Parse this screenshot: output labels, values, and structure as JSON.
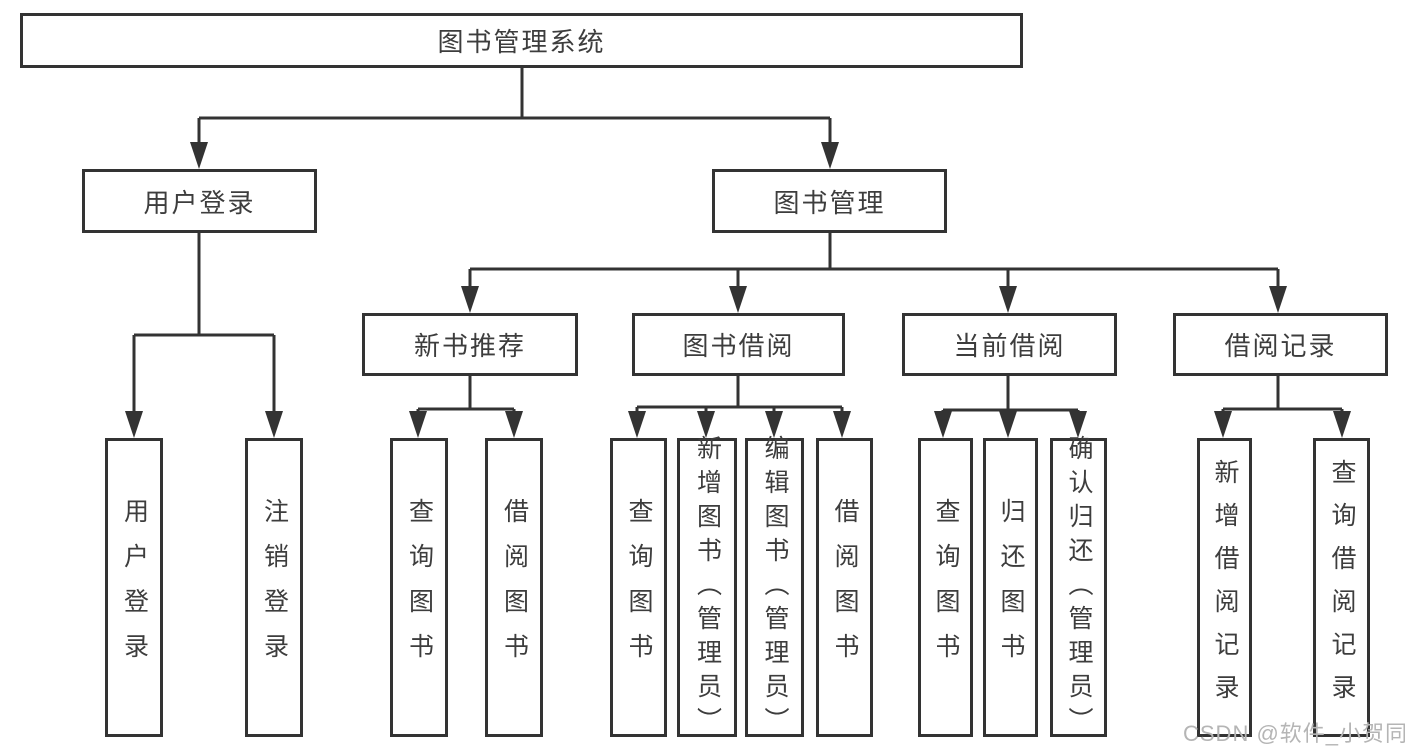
{
  "colors": {
    "line": "#333333",
    "text": "#3d3d3d",
    "box_bg": "#ffffff",
    "watermark": "#b5b5b5"
  },
  "watermark": "CSDN @软件_小贺同学",
  "tree": {
    "root": {
      "label": "图书管理系统"
    },
    "children": [
      {
        "label": "用户登录",
        "children": [
          {
            "label": "用户登录"
          },
          {
            "label": "注销登录"
          }
        ]
      },
      {
        "label": "图书管理",
        "children": [
          {
            "label": "新书推荐",
            "children": [
              {
                "label": "查询图书"
              },
              {
                "label": "借阅图书"
              }
            ]
          },
          {
            "label": "图书借阅",
            "children": [
              {
                "label": "查询图书"
              },
              {
                "label": "新增图书（管理员）"
              },
              {
                "label": "编辑图书（管理员）"
              },
              {
                "label": "借阅图书"
              }
            ]
          },
          {
            "label": "当前借阅",
            "children": [
              {
                "label": "查询图书"
              },
              {
                "label": "归还图书"
              },
              {
                "label": "确认归还（管理员）"
              }
            ]
          },
          {
            "label": "借阅记录",
            "children": [
              {
                "label": "新增借阅记录"
              },
              {
                "label": "查询借阅记录"
              }
            ]
          }
        ]
      }
    ]
  }
}
